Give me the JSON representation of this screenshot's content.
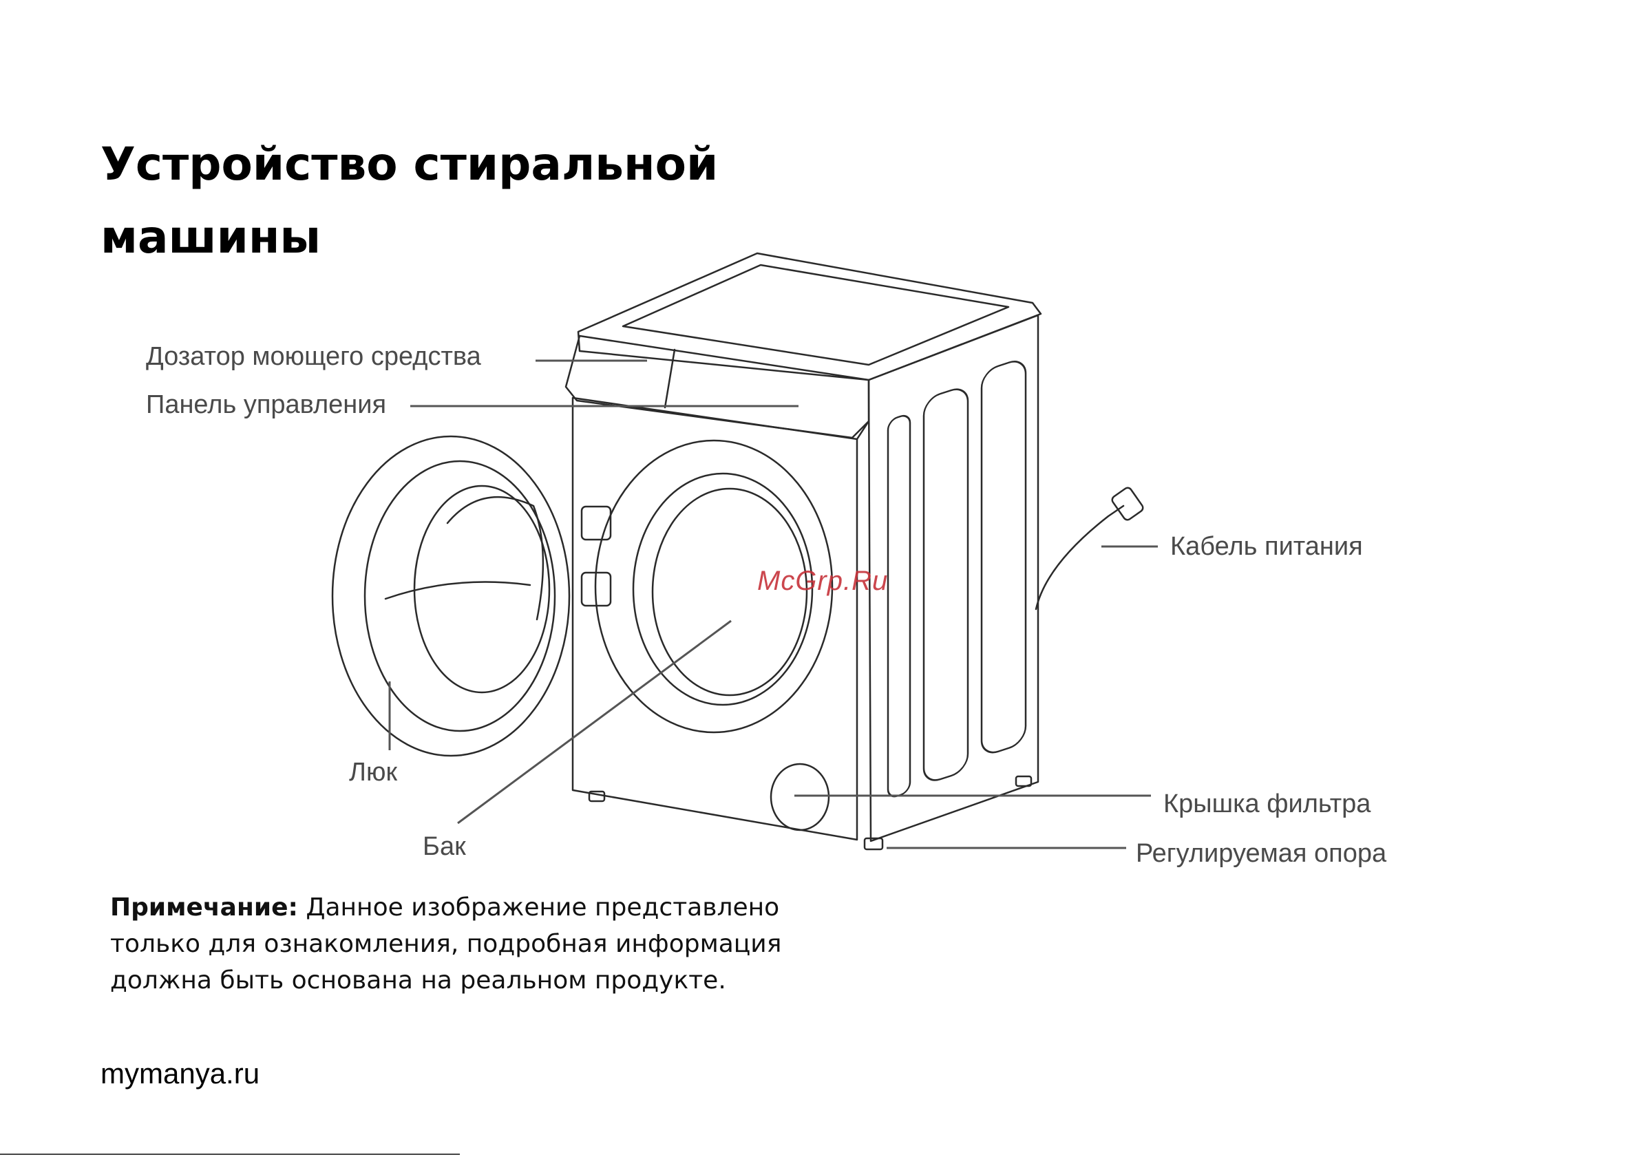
{
  "title": {
    "line1": "Устройство стиральной",
    "line2": "машины"
  },
  "labels": {
    "dispenser": "Дозатор моющего средства",
    "control_panel": "Панель управления",
    "power_cable": "Кабель питания",
    "door": "Люк",
    "drum": "Бак",
    "filter_cover": "Крышка фильтра",
    "adjustable_foot": "Регулируемая опора"
  },
  "note": {
    "prefix": "Примечание:",
    "text": " Данное изображение представлено только для ознакомления, подробная информация должна быть основана на реальном продукте."
  },
  "site": "mymanya.ru",
  "watermark": "McGrp.Ru",
  "colors": {
    "line": "#333333",
    "label_text": "#4a4a4a",
    "watermark": "#c6323a"
  }
}
